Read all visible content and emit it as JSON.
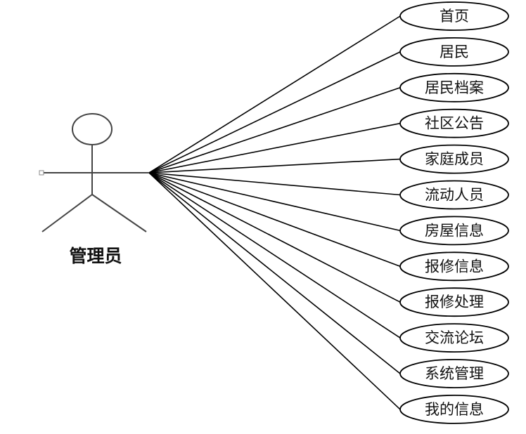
{
  "actor": {
    "label": "管理员"
  },
  "use_cases": [
    {
      "label": "首页"
    },
    {
      "label": "居民"
    },
    {
      "label": "居民档案"
    },
    {
      "label": "社区公告"
    },
    {
      "label": "家庭成员"
    },
    {
      "label": "流动人员"
    },
    {
      "label": "房屋信息"
    },
    {
      "label": "报修信息"
    },
    {
      "label": "报修处理"
    },
    {
      "label": "交流论坛"
    },
    {
      "label": "系统管理"
    },
    {
      "label": "我的信息"
    }
  ]
}
